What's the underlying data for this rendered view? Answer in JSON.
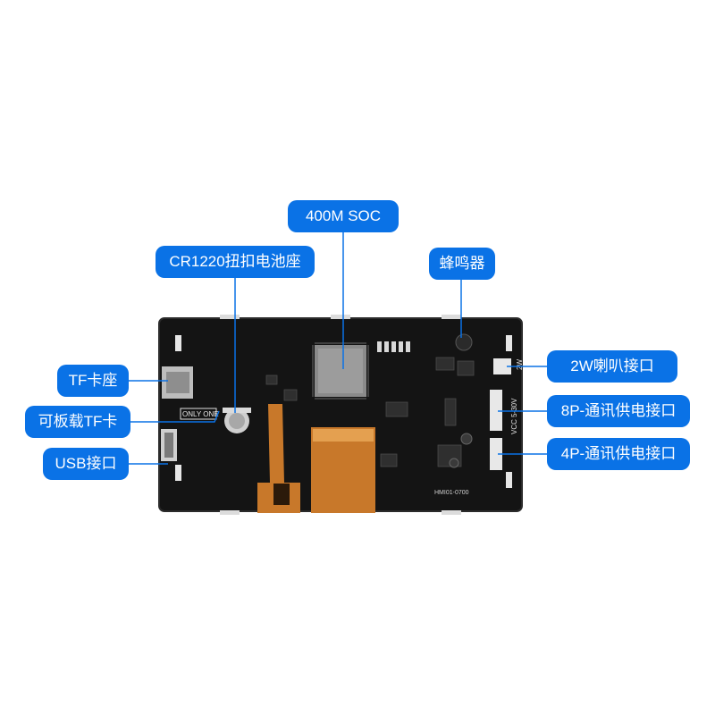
{
  "colors": {
    "accent": "#0a72e6",
    "board": "#141414",
    "flex_cable": "#c8782a",
    "connector": "#e8e8e8"
  },
  "board_silkscreen": {
    "only_one": "ONLY ONE",
    "model": "HMI01-0700",
    "speaker_mark": "2W",
    "vcc_mark": "VCC 5-30V"
  },
  "callouts": {
    "soc": "400M SOC",
    "battery": "CR1220扭扣电池座",
    "buzzer": "蜂鸣器",
    "tf_socket": "TF卡座",
    "onboard_tf": "可板载TF卡",
    "usb": "USB接口",
    "speaker": "2W喇叭接口",
    "p8": "8P-通讯供电接口",
    "p4": "4P-通讯供电接口"
  }
}
